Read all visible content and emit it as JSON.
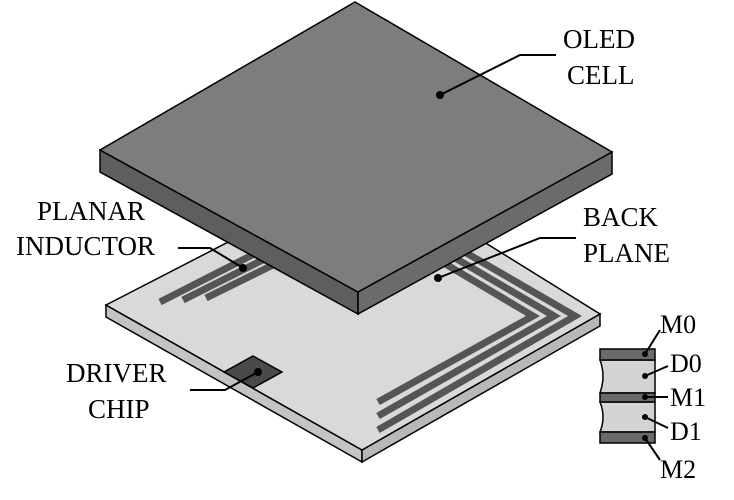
{
  "labels": {
    "oled": [
      "OLED",
      "CELL"
    ],
    "planar_inductor": [
      "PLANAR",
      "INDUCTOR"
    ],
    "back_plane": [
      "BACK",
      "PLANE"
    ],
    "driver_chip": [
      "DRIVER",
      "CHIP"
    ]
  },
  "layers": [
    "M0",
    "D0",
    "M1",
    "D1",
    "M2"
  ],
  "colors": {
    "oled_top": "#7d7d7d",
    "oled_side_front": "#5e5e5e",
    "oled_side_right": "#6b6b6b",
    "backplane_top": "#d9d9d9",
    "backplane_side": "#c4c4c4",
    "coil": "#555555",
    "chip": "#4a4a4a",
    "outline": "#000000"
  }
}
